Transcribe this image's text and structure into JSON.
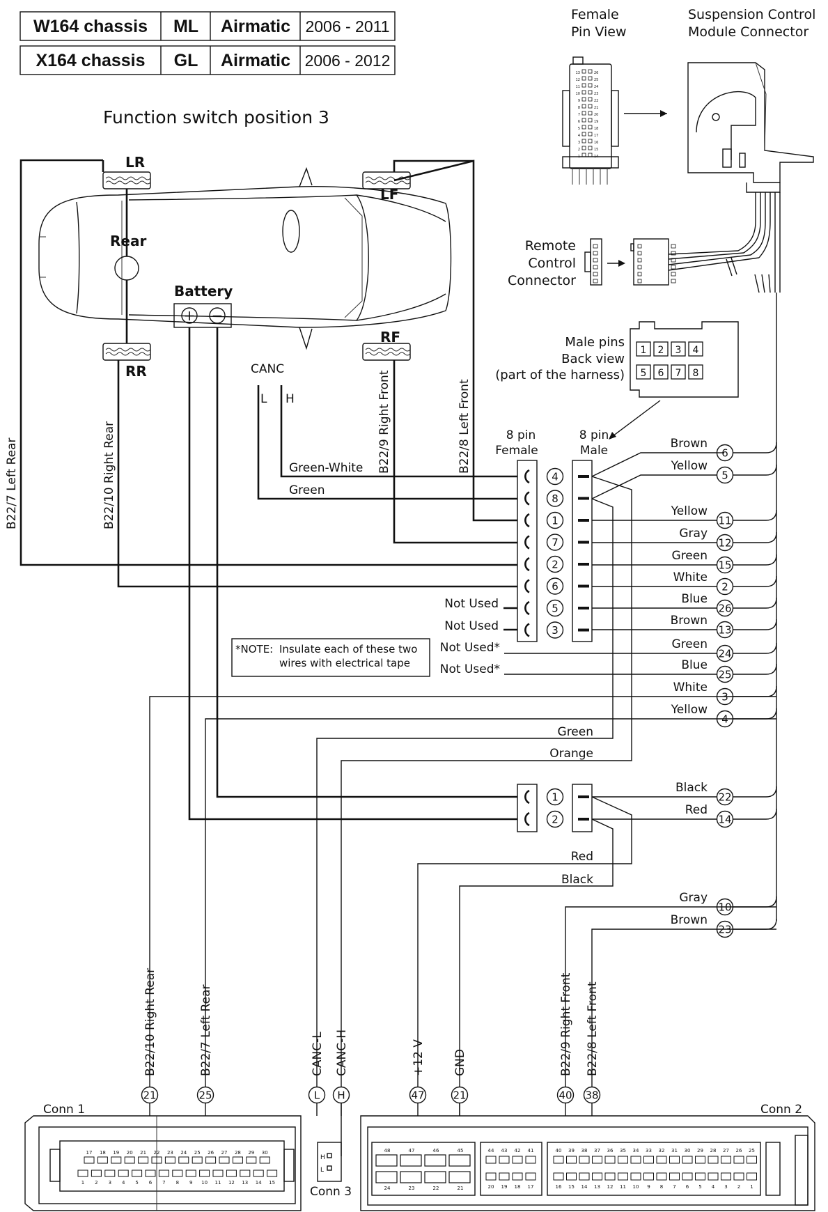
{
  "header": {
    "rows": [
      {
        "chassis": "W164 chassis",
        "model": "ML",
        "system": "Airmatic",
        "years": "2006 - 2011"
      },
      {
        "chassis": "X164  chassis",
        "model": "GL",
        "system": "Airmatic",
        "years": "2006 - 2012"
      }
    ],
    "subtitle": "Function switch position 3"
  },
  "top_right": {
    "female_pin_view_1": "Female",
    "female_pin_view_2": "Pin View",
    "scm_1": "Suspension Control",
    "scm_2": "Module Connector",
    "remote_1": "Remote",
    "remote_2": "Control",
    "remote_3": "Connector",
    "male_pins_1": "Male pins",
    "male_pins_2": "Back view",
    "male_pins_3": "(part of the harness)",
    "male_pin_numbers": [
      "1",
      "2",
      "3",
      "4",
      "5",
      "6",
      "7",
      "8"
    ]
  },
  "car": {
    "lr": "LR",
    "lf": "LF",
    "rr": "RR",
    "rf": "RF",
    "rear": "Rear",
    "battery": "Battery",
    "plus": "+",
    "minus": "−"
  },
  "canc": {
    "label": "CANC",
    "l": "L",
    "h": "H"
  },
  "vertical_labels": {
    "left_rear": "B22/7  Left Rear",
    "right_rear": "B22/10  Right Rear",
    "right_front": "B22/9 Right Front",
    "left_front": "B22/8  Left Front"
  },
  "connector8": {
    "female_1": "8 pin",
    "female_2": "Female",
    "male_1": "8 pin",
    "male_2": "Male",
    "pins": [
      "4",
      "8",
      "1",
      "7",
      "2",
      "6",
      "5",
      "3"
    ],
    "not_used": [
      "Not Used",
      "Not Used"
    ],
    "not_used_star": [
      "Not Used*",
      "Not Used*"
    ]
  },
  "wire_labels": {
    "green_white": "Green-White",
    "green": "Green"
  },
  "right_wires": [
    {
      "color": "Brown",
      "pin": "6"
    },
    {
      "color": "Yellow",
      "pin": "5"
    },
    {
      "color": "Yellow",
      "pin": "11"
    },
    {
      "color": "Gray",
      "pin": "12"
    },
    {
      "color": "Green",
      "pin": "15"
    },
    {
      "color": "White",
      "pin": "2"
    },
    {
      "color": "Blue",
      "pin": "26"
    },
    {
      "color": "Brown",
      "pin": "13"
    },
    {
      "color": "Green",
      "pin": "24"
    },
    {
      "color": "Blue",
      "pin": "25"
    },
    {
      "color": "White",
      "pin": "3"
    },
    {
      "color": "Yellow",
      "pin": "4"
    },
    {
      "color": "Black",
      "pin": "22"
    },
    {
      "color": "Red",
      "pin": "14"
    },
    {
      "color": "Gray",
      "pin": "10"
    },
    {
      "color": "Brown",
      "pin": "23"
    }
  ],
  "note": {
    "label": "*NOTE:",
    "line1": "Insulate each of these two",
    "line2": "wires with electrical tape"
  },
  "mid_wires": {
    "green": "Green",
    "orange": "Orange",
    "red": "Red",
    "black": "Black"
  },
  "connector2": {
    "pins": [
      "1",
      "2"
    ]
  },
  "bottom": {
    "conn1": "Conn 1",
    "conn2": "Conn 2",
    "conn3": "Conn 3",
    "conn3_h": "H",
    "conn3_l": "L",
    "conn1_pins": [
      {
        "label": "B22/10  Right Rear",
        "pin": "21"
      },
      {
        "label": "B22/7  Left Rear",
        "pin": "25"
      }
    ],
    "conn3_pins": [
      {
        "label": "CANC-L",
        "pin": "L"
      },
      {
        "label": "CANC-H",
        "pin": "H"
      }
    ],
    "conn2_pins": [
      {
        "label": "+12 V",
        "pin": "47"
      },
      {
        "label": "GND",
        "pin": "21"
      },
      {
        "label": "B22/9  Right Front",
        "pin": "40"
      },
      {
        "label": "B22/8  Left Front",
        "pin": "38"
      }
    ],
    "conn1_top_nums": [
      "17",
      "18",
      "19",
      "20",
      "21",
      "22",
      "23",
      "24",
      "25",
      "26",
      "27",
      "28",
      "29",
      "30"
    ],
    "conn1_bot_nums": [
      "1",
      "2",
      "3",
      "4",
      "5",
      "6",
      "7",
      "8",
      "9",
      "10",
      "11",
      "12",
      "13",
      "14",
      "15"
    ],
    "conn2_big_top": [
      "48",
      "47",
      "46",
      "45"
    ],
    "conn2_big_bot": [
      "24",
      "23",
      "22",
      "21"
    ],
    "conn2_top_nums": [
      "44",
      "43",
      "42",
      "41",
      "40",
      "39",
      "38",
      "37",
      "36",
      "35",
      "34",
      "33",
      "32",
      "31",
      "30",
      "29",
      "28",
      "27",
      "26",
      "25"
    ],
    "conn2_bot_nums": [
      "20",
      "19",
      "18",
      "17",
      "16",
      "15",
      "14",
      "13",
      "12",
      "11",
      "10",
      "9",
      "8",
      "7",
      "6",
      "5",
      "4",
      "3",
      "2",
      "1"
    ]
  },
  "small_pin_numbers": [
    "13",
    "12",
    "11",
    "10",
    "9",
    "8",
    "7",
    "6",
    "5",
    "4",
    "3",
    "2",
    "1",
    "26",
    "25",
    "24",
    "23",
    "22",
    "21",
    "20",
    "19",
    "18",
    "17",
    "16",
    "15",
    "14"
  ]
}
